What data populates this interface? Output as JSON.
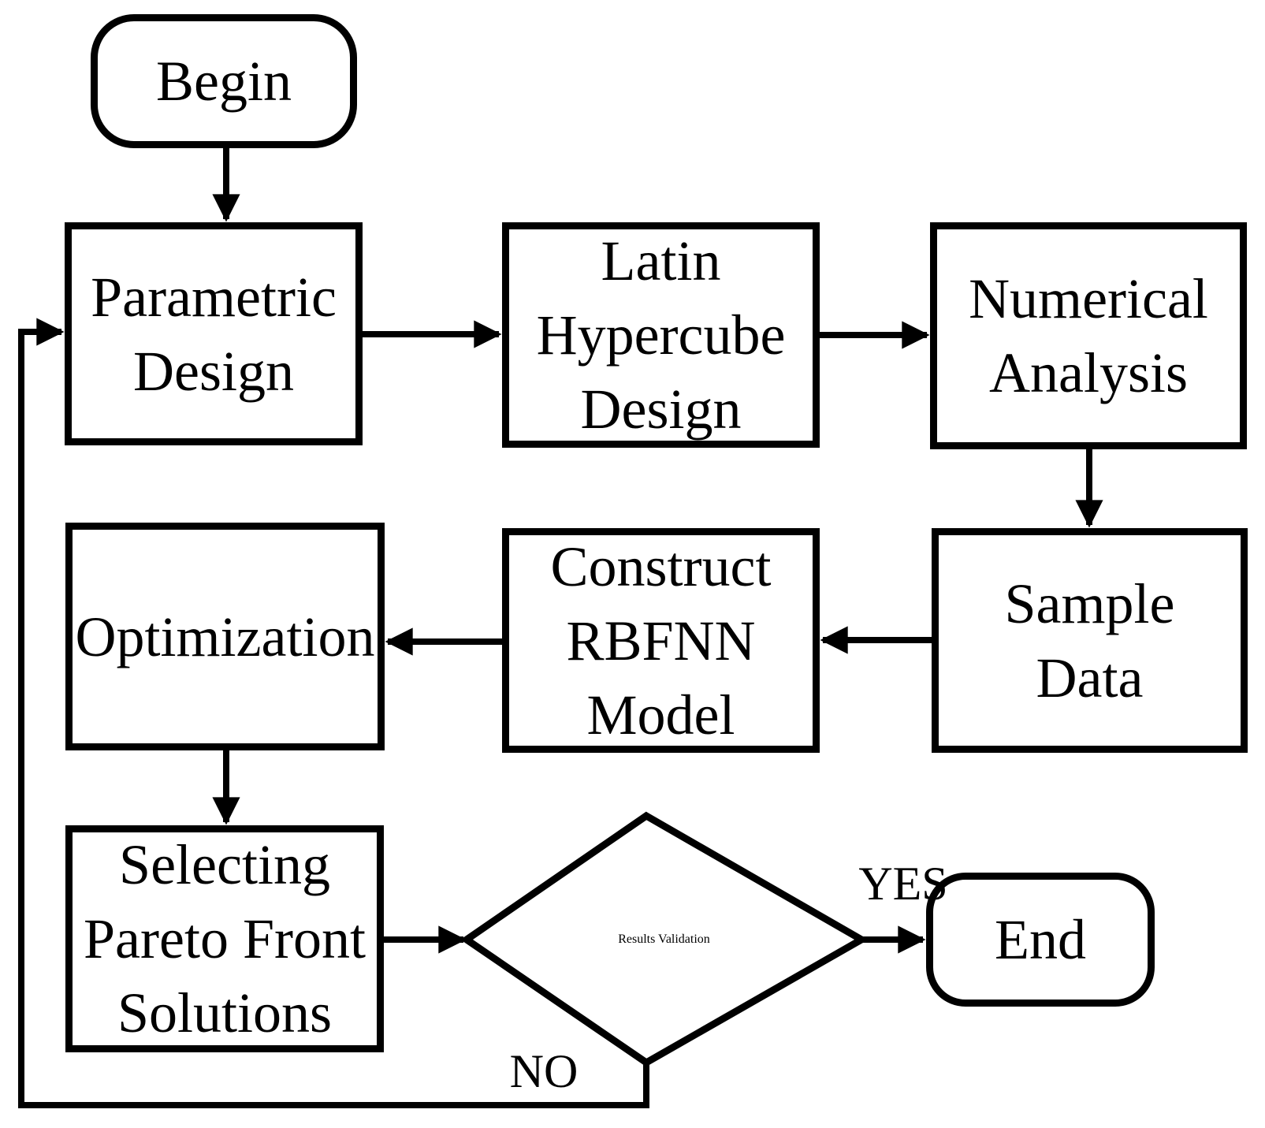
{
  "diagram": {
    "background_color": "#ffffff",
    "stroke_color": "#000000",
    "nodes": {
      "begin": {
        "type": "terminator",
        "label": "Begin"
      },
      "parametric_design": {
        "type": "process",
        "label": "Parametric\nDesign"
      },
      "latin_hypercube": {
        "type": "process",
        "label": "Latin\nHypercube\nDesign"
      },
      "numerical_analysis": {
        "type": "process",
        "label": "Numerical\nAnalysis"
      },
      "sample_data": {
        "type": "process",
        "label": "Sample\nData"
      },
      "construct_rbfnn": {
        "type": "process",
        "label": "Construct\nRBFNN\nModel"
      },
      "optimization": {
        "type": "process",
        "label": "Optimization"
      },
      "pareto_front": {
        "type": "process",
        "label": "Selecting\nPareto Front\nSolutions"
      },
      "results_validation": {
        "type": "decision",
        "label": "Results\nValidation"
      },
      "end": {
        "type": "terminator",
        "label": "End"
      }
    },
    "edge_labels": {
      "yes": "YES",
      "no": "NO"
    },
    "edges": [
      {
        "from": "begin",
        "to": "parametric_design",
        "label": ""
      },
      {
        "from": "parametric_design",
        "to": "latin_hypercube",
        "label": ""
      },
      {
        "from": "latin_hypercube",
        "to": "numerical_analysis",
        "label": ""
      },
      {
        "from": "numerical_analysis",
        "to": "sample_data",
        "label": ""
      },
      {
        "from": "sample_data",
        "to": "construct_rbfnn",
        "label": ""
      },
      {
        "from": "construct_rbfnn",
        "to": "optimization",
        "label": ""
      },
      {
        "from": "optimization",
        "to": "pareto_front",
        "label": ""
      },
      {
        "from": "pareto_front",
        "to": "results_validation",
        "label": ""
      },
      {
        "from": "results_validation",
        "to": "end",
        "label": "YES"
      },
      {
        "from": "results_validation",
        "to": "parametric_design",
        "label": "NO"
      }
    ]
  }
}
